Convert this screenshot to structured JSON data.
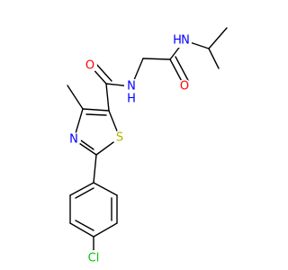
{
  "molecule": {
    "colors": {
      "C": "#000000",
      "N": "#0000ff",
      "O": "#ff0000",
      "S": "#b2b200",
      "Cl": "#00cc00"
    },
    "labels": {
      "amide_oxygen": "O",
      "amide_nitrogen": "N",
      "amide_nitrogen_h": "H",
      "glycyl_oxygen": "O",
      "isopropyl_nitrogen": "N",
      "isopropyl_nitrogen_h": "H",
      "thiazole_nitrogen": "N",
      "thiazole_sulfur": "S",
      "chlorine": "Cl"
    }
  }
}
